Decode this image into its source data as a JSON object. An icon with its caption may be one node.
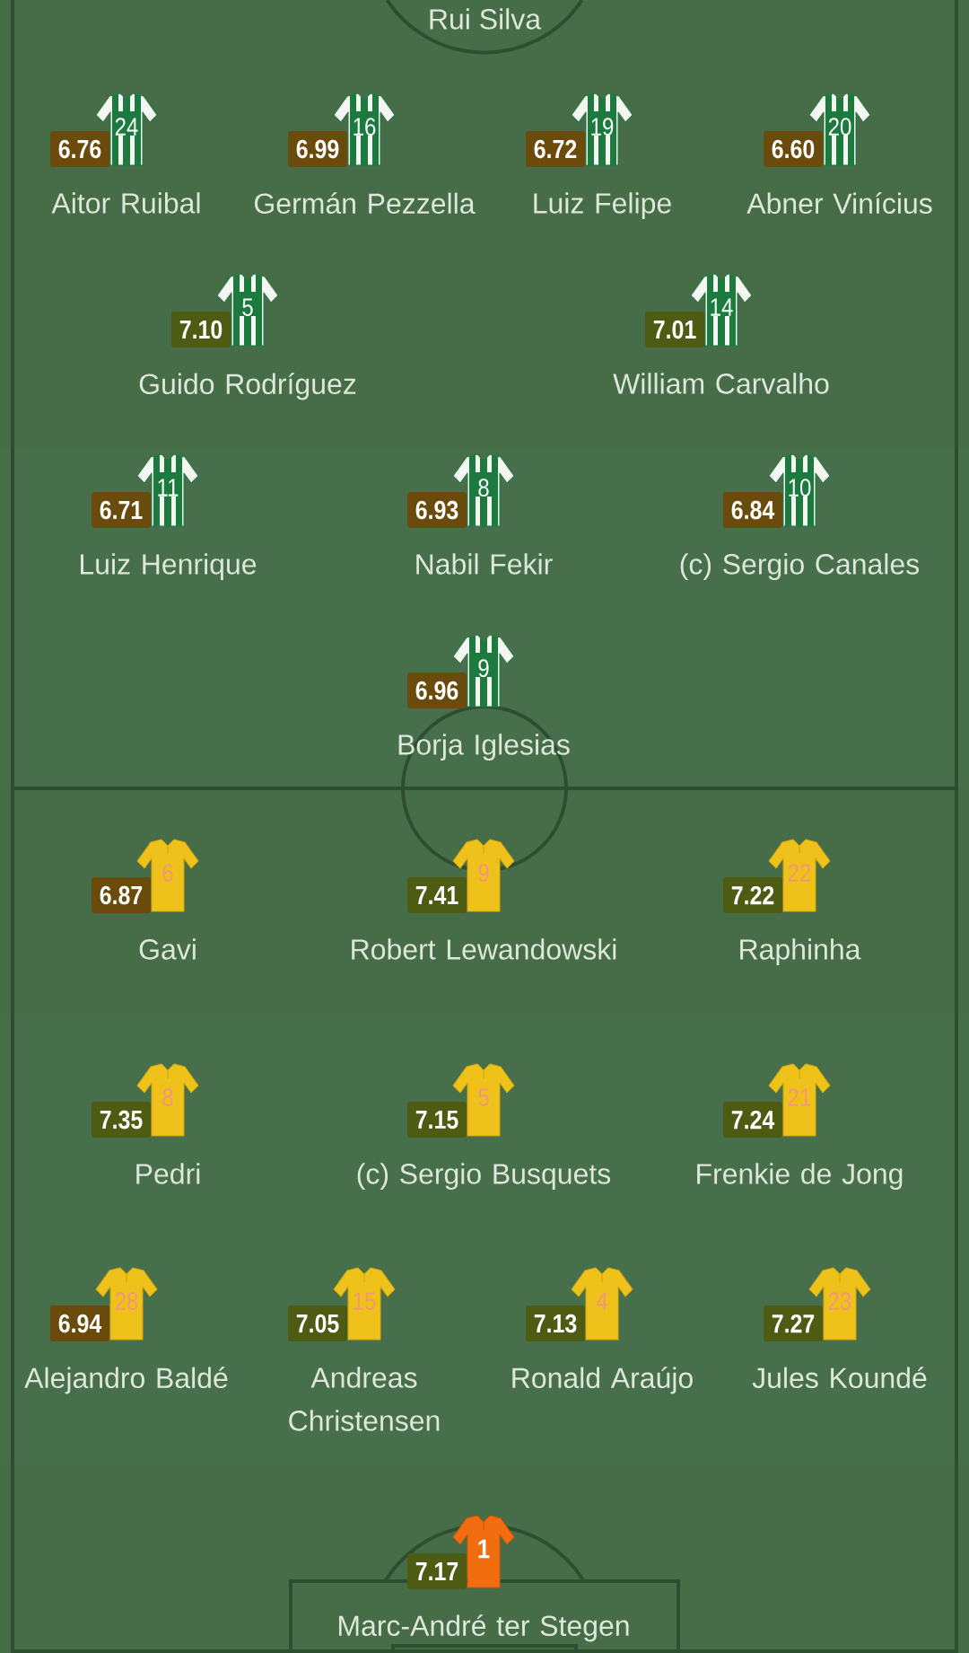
{
  "diagram": {
    "nodes": [
      {
        "text": [
          "24"
        ],
        "beside": [
          "Aitor Ruibal"
        ]
      },
      {
        "text": [
          "6.76"
        ]
      },
      {
        "text": [
          "16"
        ],
        "beside": [
          "Germán Pezzella"
        ]
      },
      {
        "text": [
          "6.99"
        ]
      },
      {
        "text": [
          "19"
        ],
        "beside": [
          "Luiz Felipe"
        ]
      },
      {
        "text": [
          "6.72"
        ]
      },
      {
        "text": [
          "20"
        ],
        "beside": [
          "Abner Vinícius"
        ]
      },
      {
        "text": [
          "6.60"
        ]
      },
      {
        "text": [
          "5"
        ],
        "beside": [
          "Guido Rodríguez"
        ]
      },
      {
        "text": [
          "7.10"
        ]
      },
      {
        "text": [
          "14"
        ],
        "beside": [
          "William Carvalho"
        ]
      },
      {
        "text": [
          "7.01"
        ]
      },
      {
        "text": [
          "11"
        ],
        "beside": [
          "Luiz Henrique"
        ]
      },
      {
        "text": [
          "6.71"
        ]
      },
      {
        "text": [
          "8"
        ],
        "beside": [
          "Nabil Fekir"
        ]
      },
      {
        "text": [
          "6.93"
        ]
      },
      {
        "text": [
          "10"
        ],
        "beside": [
          "(c) Sergio Canales"
        ]
      },
      {
        "text": [
          "6.84"
        ]
      },
      {
        "text": [
          "9"
        ],
        "beside": [
          "Borja Iglesias"
        ]
      },
      {
        "text": [
          "6.96"
        ]
      },
      {
        "text": [
          "6"
        ],
        "beside": [
          "Gavi"
        ]
      },
      {
        "text": [
          "6.87"
        ]
      },
      {
        "text": [
          "9"
        ],
        "beside": [
          "Robert Lewandowski"
        ]
      },
      {
        "text": [
          "7.41"
        ]
      },
      {
        "text": [
          "22"
        ],
        "beside": [
          "Raphinha"
        ]
      },
      {
        "text": [
          "7.22"
        ]
      },
      {
        "text": [
          "8"
        ],
        "beside": [
          "Pedri"
        ]
      },
      {
        "text": [
          "7.35"
        ]
      },
      {
        "text": [
          "5"
        ],
        "beside": [
          "(c) Sergio Busquets"
        ]
      },
      {
        "text": [
          "7.15"
        ]
      },
      {
        "text": [
          "21"
        ],
        "beside": [
          "Frenkie de Jong"
        ]
      },
      {
        "text": [
          "7.24"
        ]
      },
      {
        "text": [
          "28"
        ],
        "beside": [
          "Alejandro Baldé"
        ]
      },
      {
        "text": [
          "6.94"
        ]
      },
      {
        "text": [
          "15"
        ],
        "beside": [
          "Andreas Christensen"
        ]
      },
      {
        "text": [
          "7.05"
        ]
      },
      {
        "text": [
          "4"
        ],
        "beside": [
          "Ronald Araújo"
        ]
      },
      {
        "text": [
          "7.13"
        ]
      },
      {
        "text": [
          "23"
        ],
        "beside": [
          "Jules Koundé"
        ]
      },
      {
        "text": [
          "7.27"
        ]
      },
      {
        "text": [
          "1"
        ],
        "beside": [
          "Marc-André ter Stegen"
        ]
      },
      {
        "text": [
          "7.17"
        ]
      }
    ],
    "labels": [
      "Rui Silva"
    ]
  }
}
